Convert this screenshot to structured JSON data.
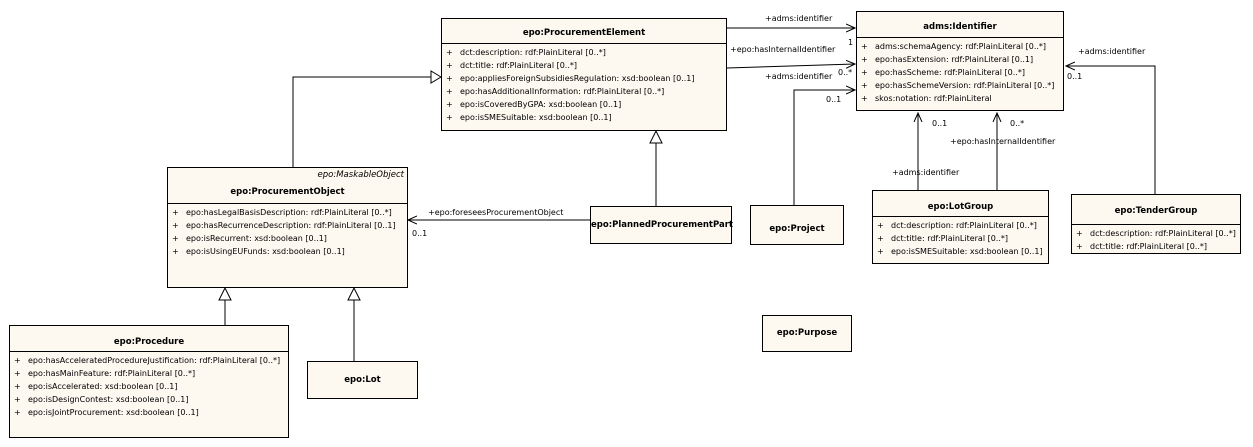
{
  "classes": {
    "procurement_element": {
      "name": "epo:ProcurementElement",
      "attributes": [
        {
          "vis": "+",
          "text": "dct:description: rdf:PlainLiteral [0..*]"
        },
        {
          "vis": "+",
          "text": "dct:title: rdf:PlainLiteral [0..*]"
        },
        {
          "vis": "+",
          "text": "epo:appliesForeignSubsidiesRegulation: xsd:boolean [0..1]"
        },
        {
          "vis": "+",
          "text": "epo:hasAdditionalInformation: rdf:PlainLiteral [0..*]"
        },
        {
          "vis": "+",
          "text": "epo:isCoveredByGPA: xsd:boolean [0..1]"
        },
        {
          "vis": "+",
          "text": "epo:isSMESuitable: xsd:boolean [0..1]"
        }
      ]
    },
    "identifier": {
      "name": "adms:Identifier",
      "attributes": [
        {
          "vis": "+",
          "text": "adms:schemaAgency: rdf:PlainLiteral [0..*]"
        },
        {
          "vis": "+",
          "text": "epo:hasExtension: rdf:PlainLiteral [0..1]"
        },
        {
          "vis": "+",
          "text": "epo:hasScheme: rdf:PlainLiteral [0..*]"
        },
        {
          "vis": "+",
          "text": "epo:hasSchemeVersion: rdf:PlainLiteral [0..*]"
        },
        {
          "vis": "+",
          "text": "skos:notation: rdf:PlainLiteral"
        }
      ]
    },
    "procurement_object": {
      "stereotype": "epo:MaskableObject",
      "name": "epo:ProcurementObject",
      "attributes": [
        {
          "vis": "+",
          "text": "epo:hasLegalBasisDescription: rdf:PlainLiteral [0..*]"
        },
        {
          "vis": "+",
          "text": "epo:hasRecurrenceDescription: rdf:PlainLiteral [0..1]"
        },
        {
          "vis": "+",
          "text": "epo:isRecurrent: xsd:boolean [0..1]"
        },
        {
          "vis": "+",
          "text": "epo:isUsingEUFunds: xsd:boolean [0..1]"
        }
      ]
    },
    "planned_part": {
      "name": "epo:PlannedProcurementPart"
    },
    "project": {
      "name": "epo:Project"
    },
    "lot_group": {
      "name": "epo:LotGroup",
      "attributes": [
        {
          "vis": "+",
          "text": "dct:description: rdf:PlainLiteral [0..*]"
        },
        {
          "vis": "+",
          "text": "dct:title: rdf:PlainLiteral [0..*]"
        },
        {
          "vis": "+",
          "text": "epo:isSMESuitable: xsd:boolean [0..1]"
        }
      ]
    },
    "tender_group": {
      "name": "epo:TenderGroup",
      "attributes": [
        {
          "vis": "+",
          "text": "dct:description: rdf:PlainLiteral [0..*]"
        },
        {
          "vis": "+",
          "text": "dct:title: rdf:PlainLiteral [0..*]"
        }
      ]
    },
    "procedure": {
      "name": "epo:Procedure",
      "attributes": [
        {
          "vis": "+",
          "text": "epo:hasAcceleratedProcedureJustification: rdf:PlainLiteral [0..*]"
        },
        {
          "vis": "+",
          "text": "epo:hasMainFeature: rdf:PlainLiteral [0..*]"
        },
        {
          "vis": "+",
          "text": "epo:isAccelerated: xsd:boolean [0..1]"
        },
        {
          "vis": "+",
          "text": "epo:isDesignContest: xsd:boolean [0..1]"
        },
        {
          "vis": "+",
          "text": "epo:isJointProcurement: xsd:boolean [0..1]"
        }
      ]
    },
    "lot": {
      "name": "epo:Lot"
    },
    "purpose": {
      "name": "epo:Purpose"
    }
  },
  "relations": {
    "pe_identifier": {
      "role": "+adms:identifier",
      "mult": "1"
    },
    "pe_internal_identifier": {
      "role": "+epo:hasInternalIdentifier",
      "mult": "0..*"
    },
    "project_identifier": {
      "role": "+adms:identifier",
      "mult": "0..1"
    },
    "lotgroup_identifier": {
      "role": "+adms:identifier",
      "mult": "0..1"
    },
    "lotgroup_internal_identifier": {
      "role": "+epo:hasInternalIdentifier",
      "mult": "0..*"
    },
    "tendergroup_identifier": {
      "role": "+adms:identifier",
      "mult": "0..1"
    },
    "foresees_procurement_object": {
      "role": "+epo:foreseesProcurementObject",
      "mult": "0..1"
    }
  }
}
